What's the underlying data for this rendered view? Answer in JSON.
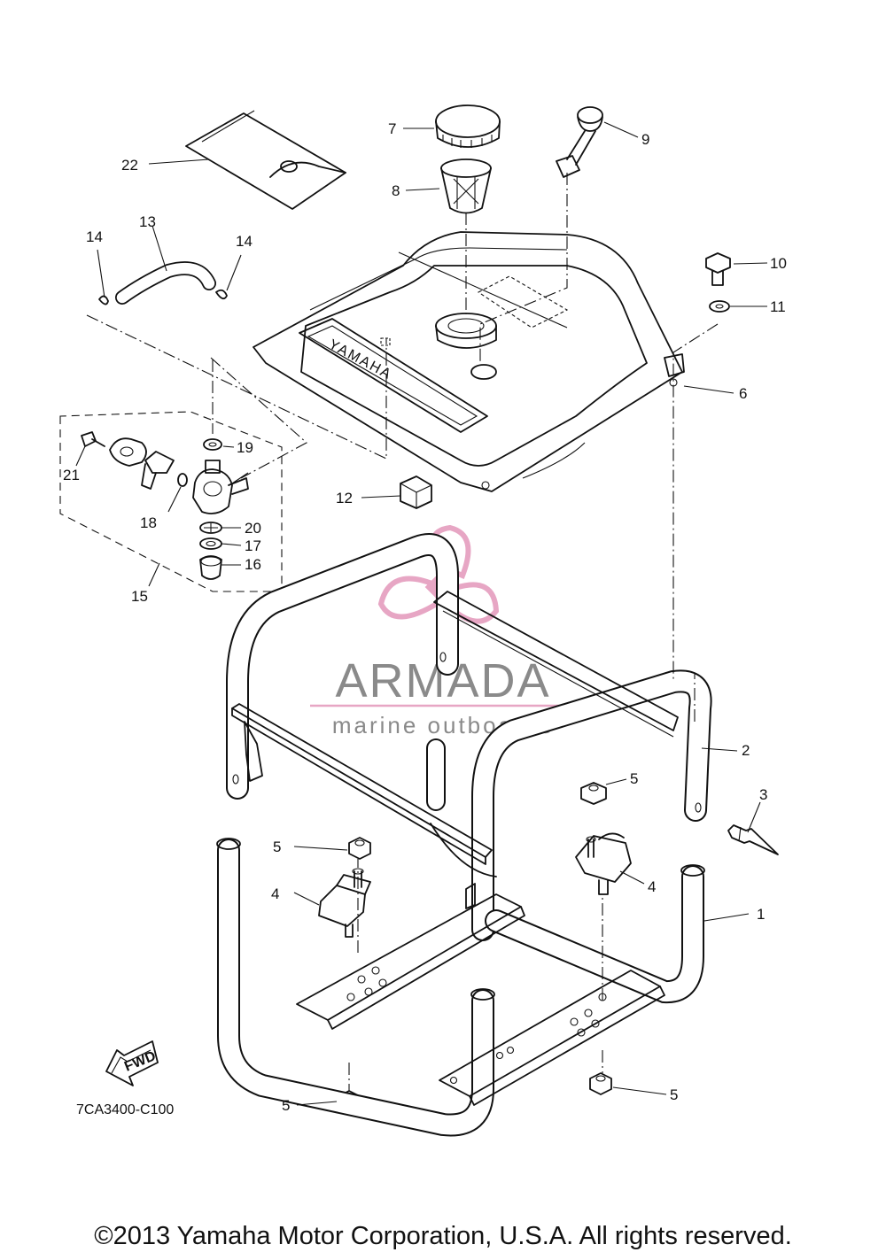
{
  "diagram": {
    "callouts": [
      {
        "num": "1"
      },
      {
        "num": "2"
      },
      {
        "num": "3"
      },
      {
        "num": "4"
      },
      {
        "num": "4"
      },
      {
        "num": "5"
      },
      {
        "num": "5"
      },
      {
        "num": "5"
      },
      {
        "num": "5"
      },
      {
        "num": "6"
      },
      {
        "num": "7"
      },
      {
        "num": "8"
      },
      {
        "num": "9"
      },
      {
        "num": "10"
      },
      {
        "num": "11"
      },
      {
        "num": "12"
      },
      {
        "num": "13"
      },
      {
        "num": "14"
      },
      {
        "num": "14"
      },
      {
        "num": "15"
      },
      {
        "num": "16"
      },
      {
        "num": "17"
      },
      {
        "num": "18"
      },
      {
        "num": "19"
      },
      {
        "num": "20"
      },
      {
        "num": "21"
      },
      {
        "num": "22"
      }
    ],
    "tank_brand": "YAMAHA",
    "fwd_label": "FWD",
    "diagram_code": "7CA3400-C100"
  },
  "watermark": {
    "brand": "ARMADA",
    "tagline": "marine outboards",
    "colors": {
      "logo": "#e7a6c4",
      "text": "#8a8a8a"
    }
  },
  "footer": {
    "copyright": "©2013 Yamaha Motor Corporation, U.S.A. All rights reserved."
  }
}
